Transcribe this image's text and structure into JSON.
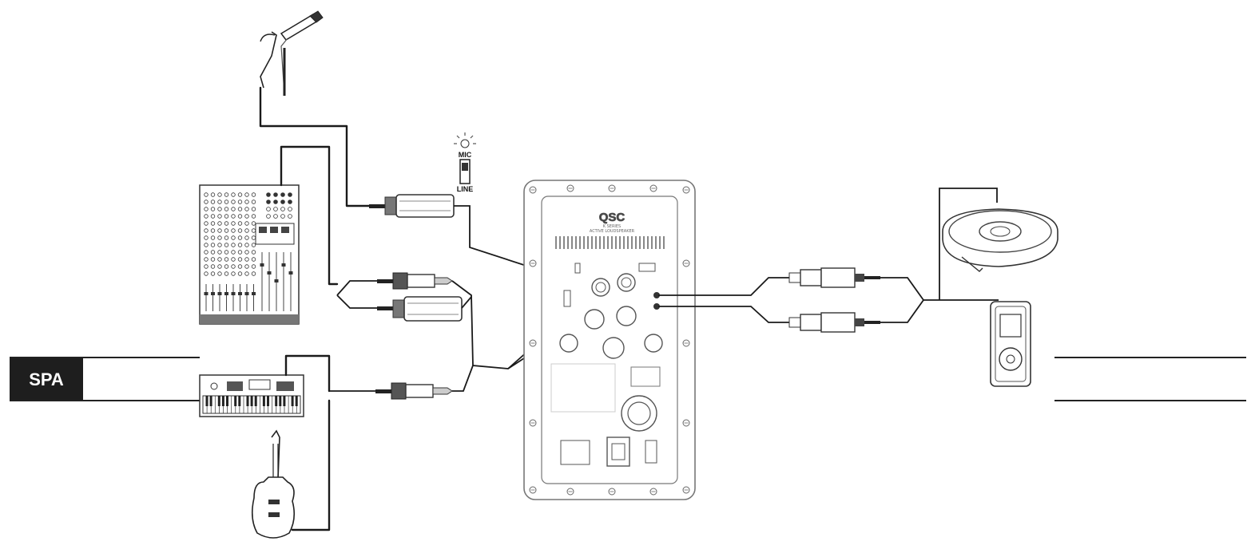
{
  "section_badge": {
    "label": "SPA",
    "bg_color": "#1e1e1e",
    "text_color": "#ffffff"
  },
  "switch": {
    "top_label": "MIC",
    "bottom_label": "LINE"
  },
  "speaker_panel": {
    "brand": "QSC",
    "model_line_1": "K SERIES",
    "model_line_2": "ACTIVE LOUDSPEAKER"
  },
  "icons": [
    "microphone-icon",
    "mixer-icon",
    "keyboard-icon",
    "electric-guitar-icon",
    "cd-player-icon",
    "mp3-player-icon",
    "lamp-icon"
  ]
}
